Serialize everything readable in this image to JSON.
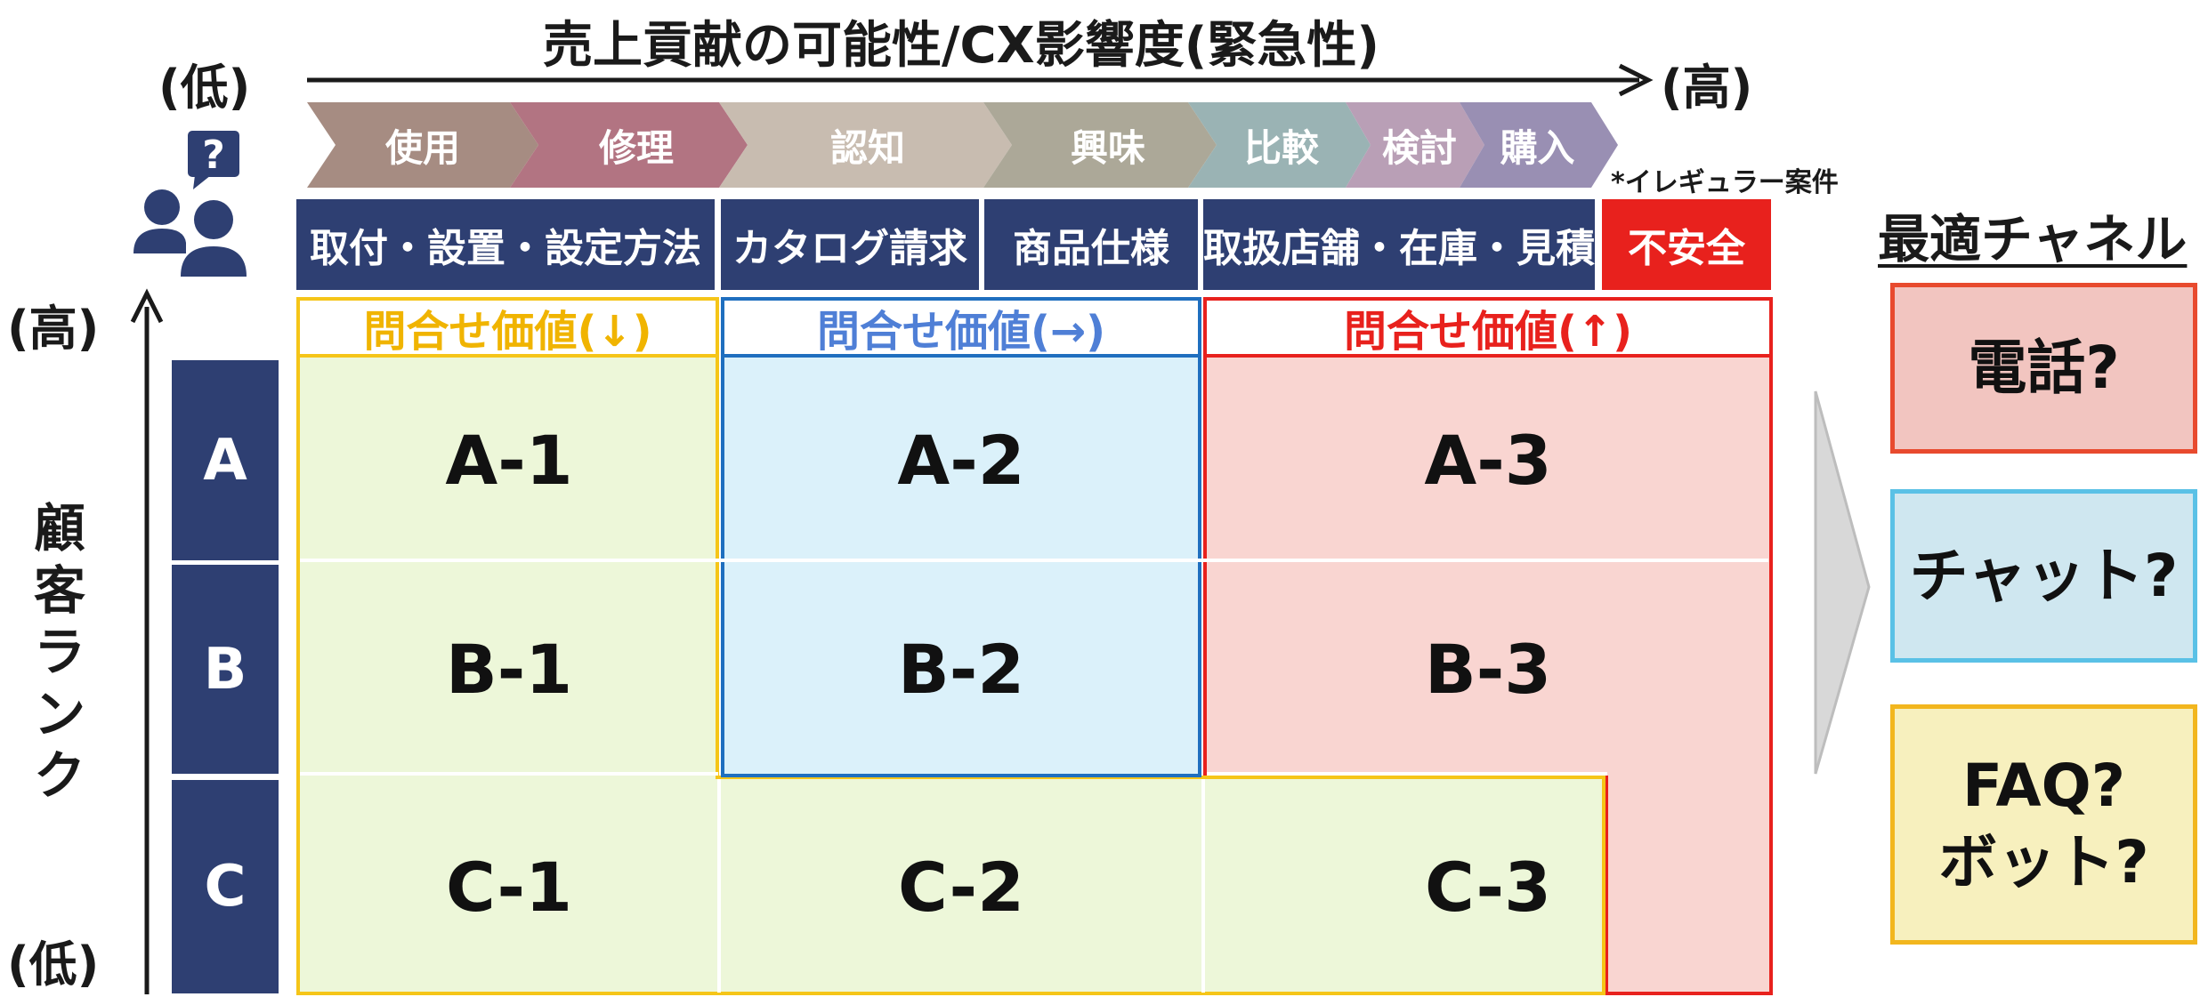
{
  "header": {
    "title": "売上貢献の可能性/CX影響度(緊急性)",
    "x_low": "(低)",
    "x_high": "(高)"
  },
  "journey": [
    "使用",
    "修理",
    "認知",
    "興味",
    "比較",
    "検討",
    "購入"
  ],
  "irregular_note": "*イレギュラー案件",
  "categories": [
    "取付・設置・設定方法",
    "カタログ請求",
    "商品仕様",
    "取扱店舗・在庫・見積",
    "不安全"
  ],
  "value_headers": [
    "問合せ価値(↓)",
    "問合せ価値(→)",
    "問合せ価値(↑)"
  ],
  "y_axis": {
    "label": "顧客ランク",
    "high": "(高)",
    "low": "(低)"
  },
  "ranks": [
    "A",
    "B",
    "C"
  ],
  "cells": [
    [
      "A-1",
      "A-2",
      "A-3"
    ],
    [
      "B-1",
      "B-2",
      "B-3"
    ],
    [
      "C-1",
      "C-2",
      "C-3"
    ]
  ],
  "channels": {
    "title": "最適チャネル",
    "phone": "電話?",
    "chat": "チャット?",
    "faq_line1": "FAQ?",
    "faq_line2": "ボット?"
  },
  "colors": {
    "navy": "#2e3f72",
    "low_value": "#edf7d9",
    "mid_value": "#dbf1fa",
    "high_value": "#f9d5d1",
    "yellow_border": "#f5c518",
    "blue_border": "#1f6fbf",
    "red_border": "#e8211d",
    "unsafe": "#e8211d"
  }
}
